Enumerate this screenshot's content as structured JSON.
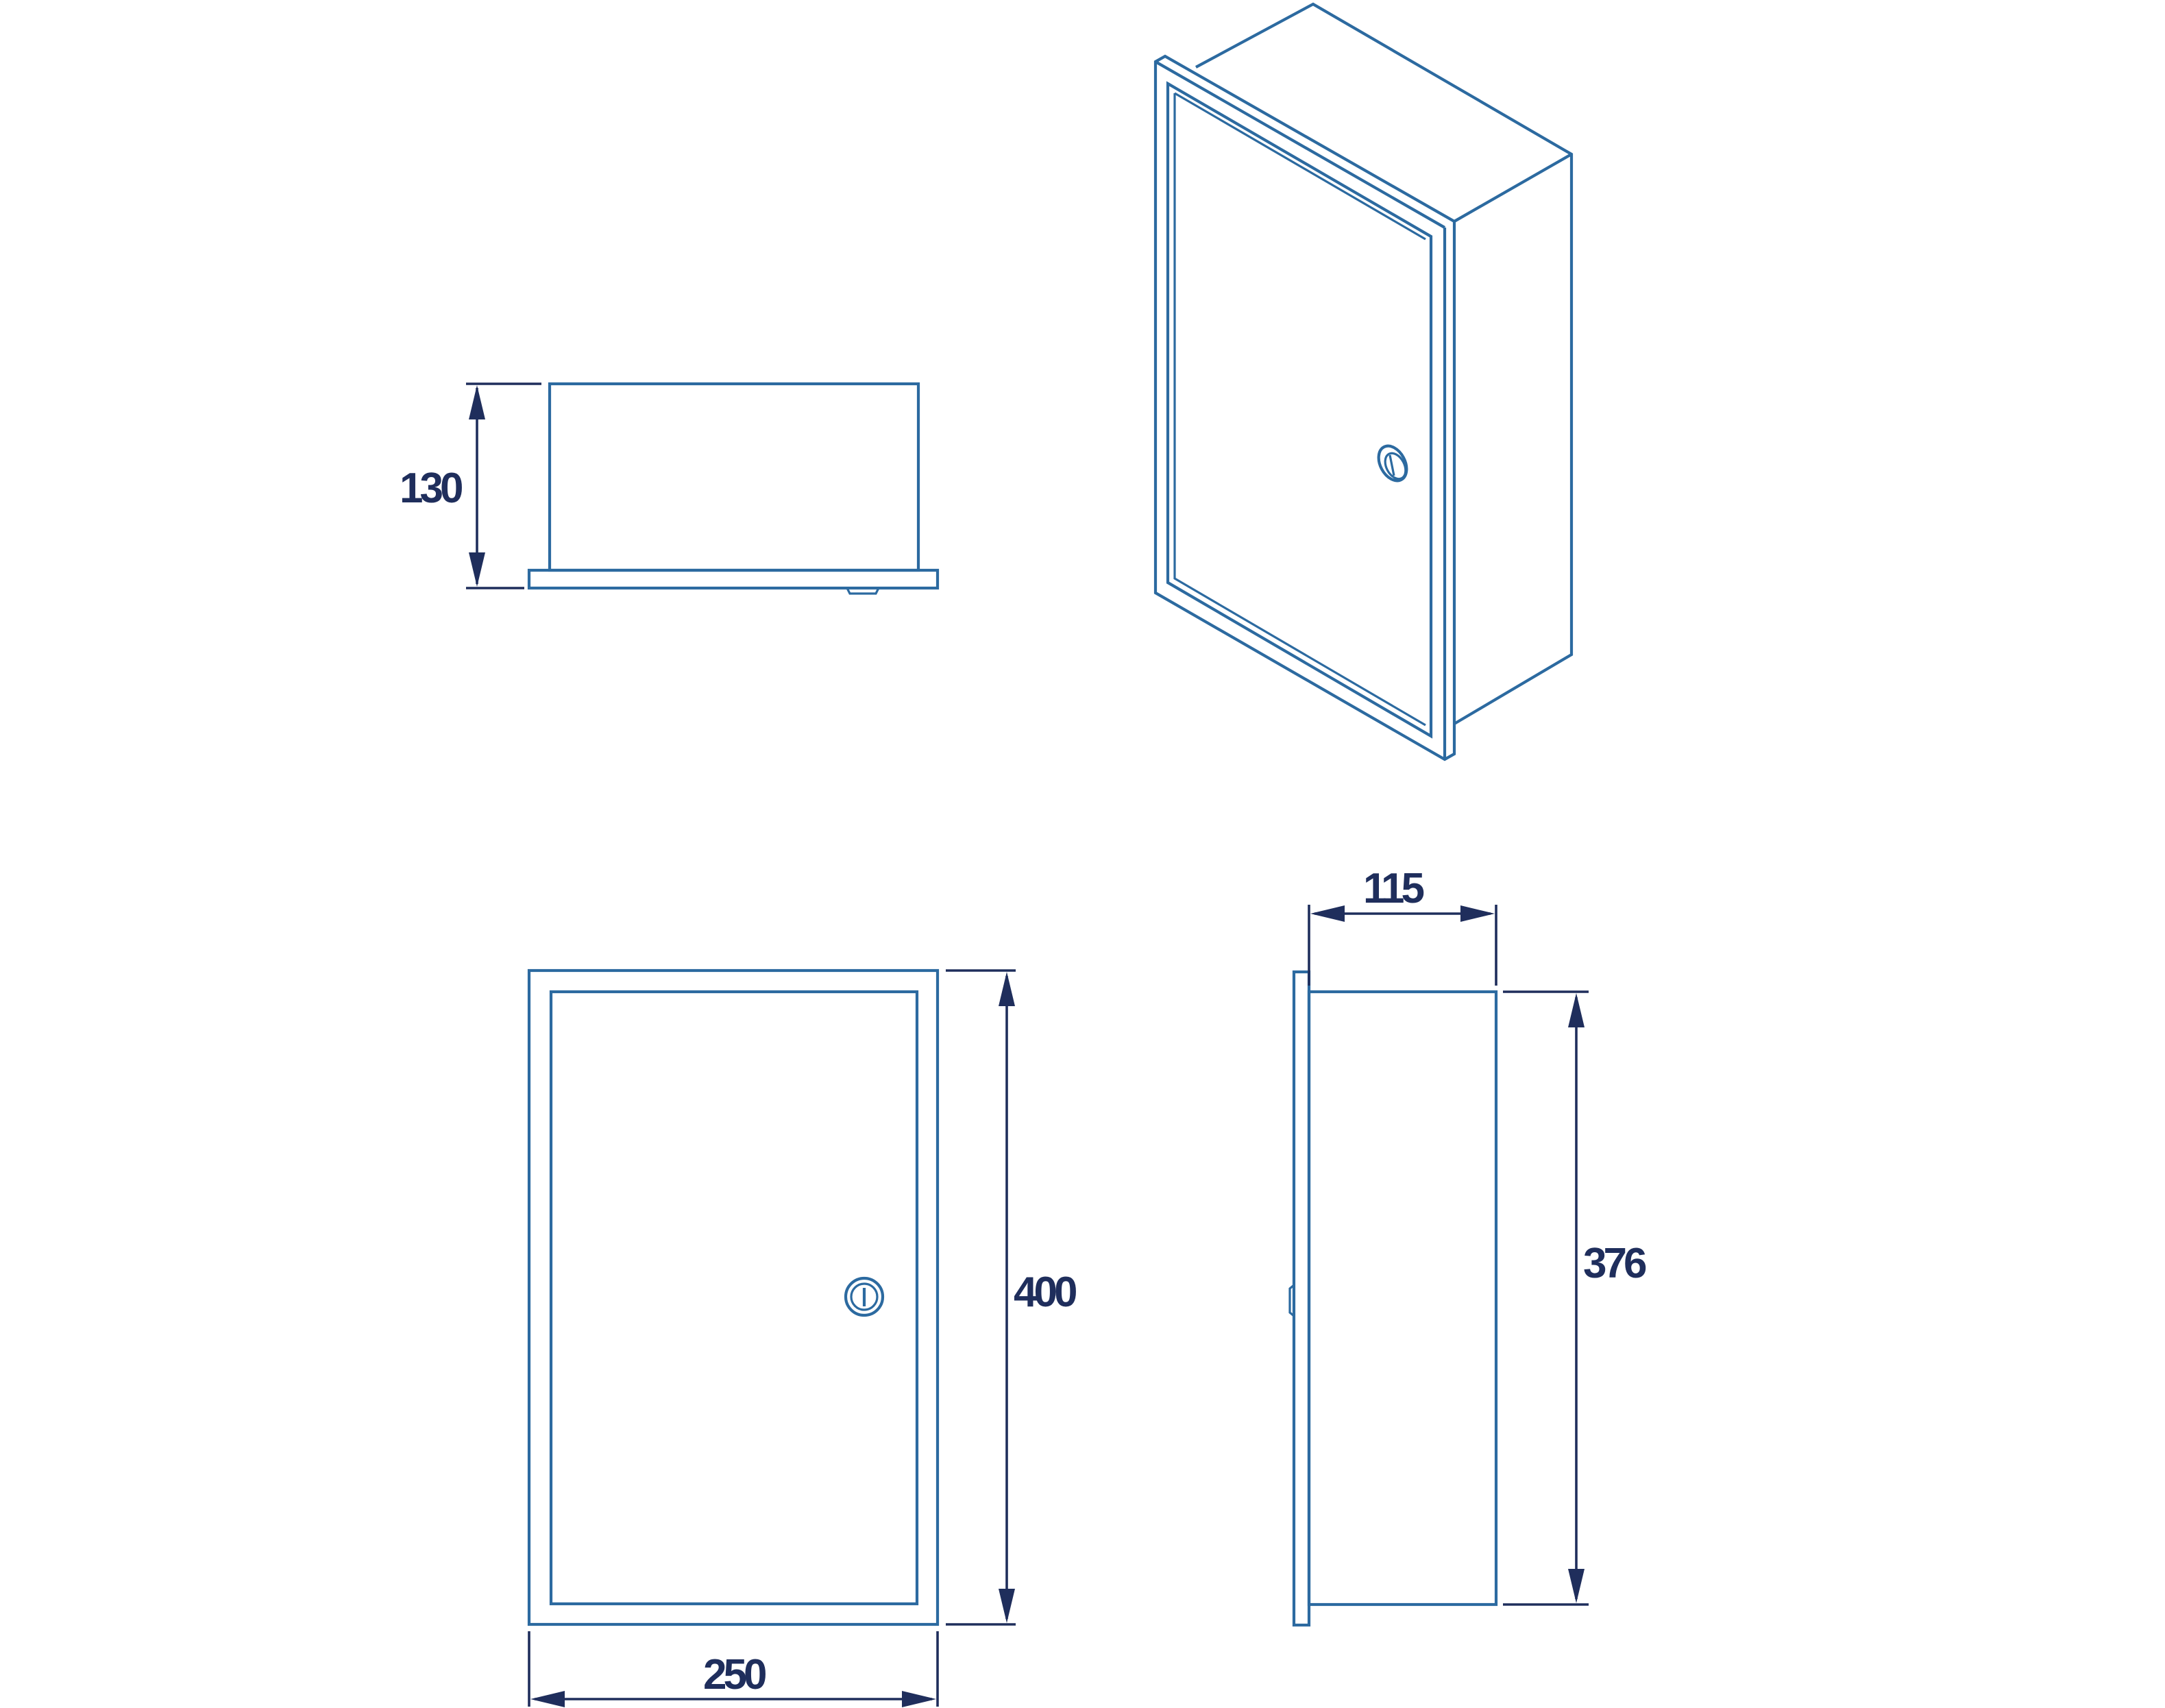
{
  "dimensions": {
    "depth_top_view": "130",
    "width": "250",
    "height": "400",
    "body_depth": "115",
    "body_height": "376"
  },
  "colors": {
    "part_outline": "#2c6aa0",
    "dimension_lines": "#1f2e5c",
    "background": "#ffffff"
  },
  "icons": {
    "lock": "lock-icon"
  }
}
